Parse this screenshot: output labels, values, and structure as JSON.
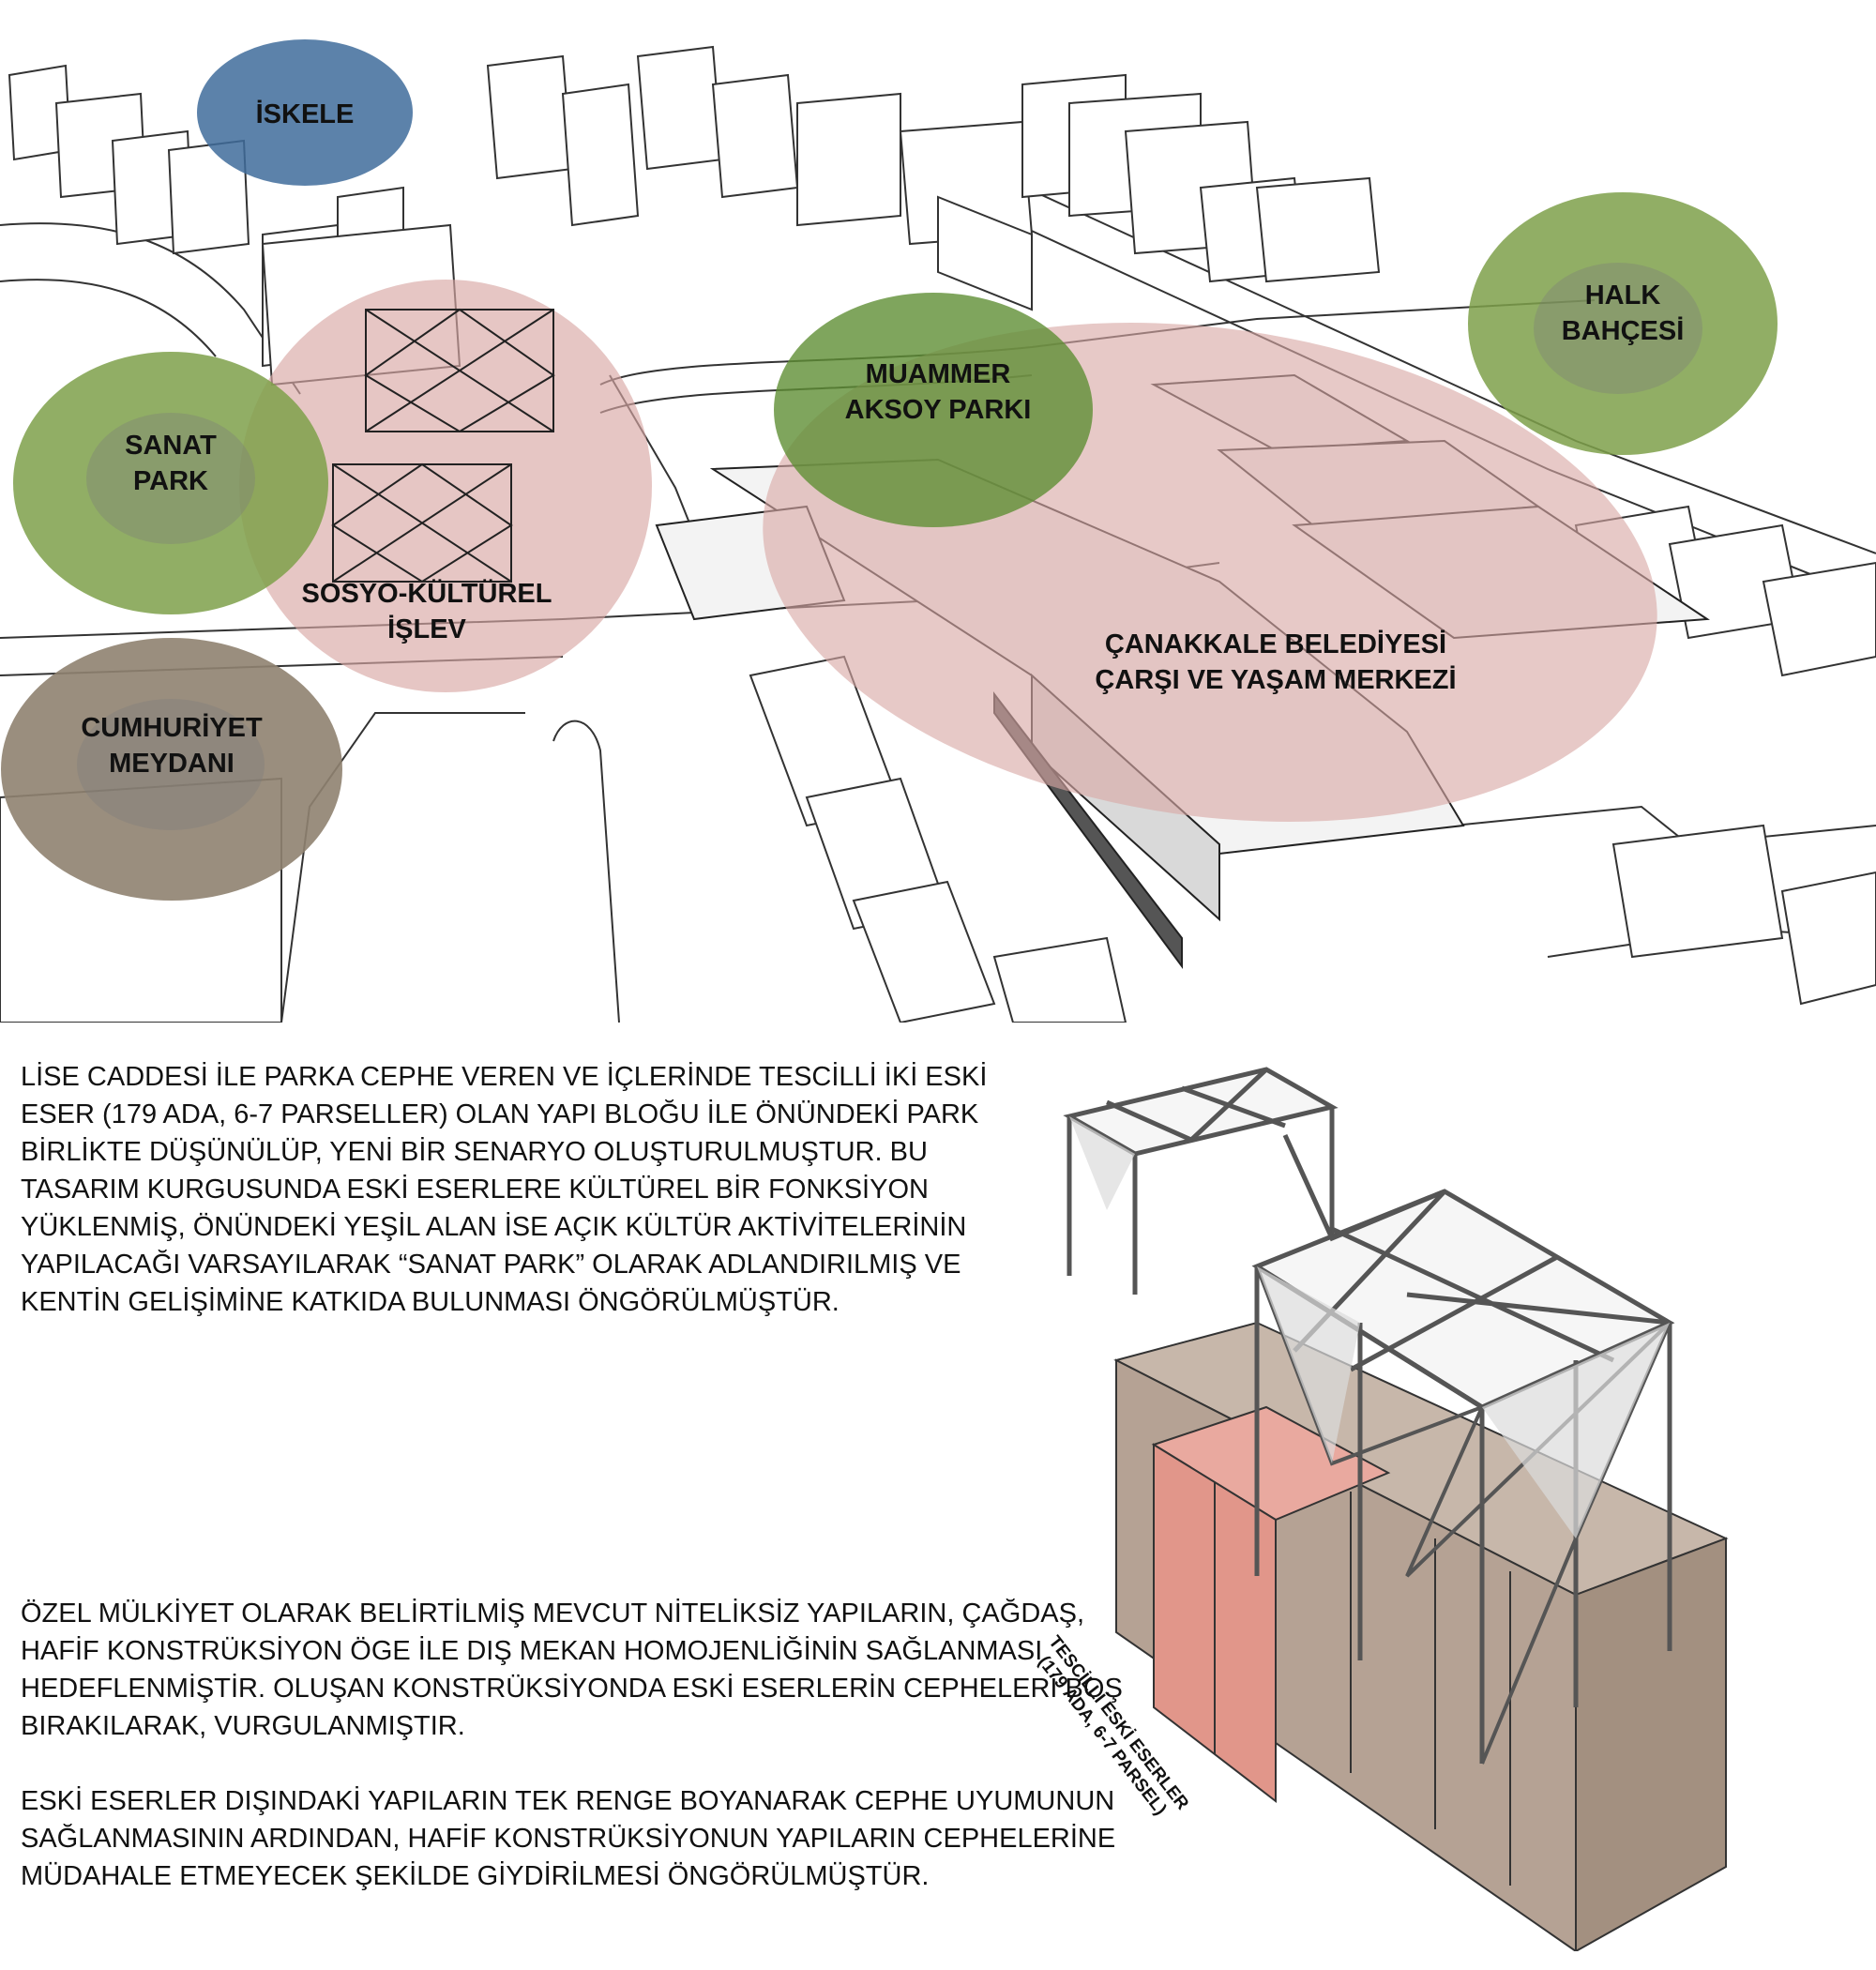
{
  "map": {
    "zones": [
      {
        "id": "iskele",
        "label": "İSKELE",
        "color": "#3f6c9b"
      },
      {
        "id": "halk-bahcesi",
        "label": "HALK\nBAHÇESİ",
        "color": "#7ea04a"
      },
      {
        "id": "sanat-park",
        "label": "SANAT\nPARK",
        "color": "#7ea04a"
      },
      {
        "id": "muammer-aksoy",
        "label": "MUAMMER\nAKSOY PARKI",
        "color": "#5f8f35"
      },
      {
        "id": "sosyo-kulturel",
        "label": "SOSYO-KÜLTÜREL\nİŞLEV",
        "color": "#d8a8a4"
      },
      {
        "id": "canakkale",
        "label": "ÇANAKKALE BELEDİYESİ\nÇARŞI VE YAŞAM MERKEZİ",
        "color": "#d8a8a4"
      },
      {
        "id": "cumhuriyet",
        "label": "CUMHURİYET\nMEYDANI",
        "color": "#8f8270"
      }
    ]
  },
  "text": {
    "paragraph_1": "LİSE CADDESİ İLE PARKA CEPHE VEREN VE İÇLERİNDE TESCİLLİ İKİ ESKİ ESER (179 ADA, 6-7 PARSELLER) OLAN YAPI BLOĞU İLE ÖNÜNDEKİ PARK BİRLİKTE DÜŞÜNÜLÜP, YENİ BİR SENARYO OLUŞTURULMUŞTUR. BU TASARIM KURGUSUNDA ESKİ ESERLERE KÜLTÜREL BİR FONKSİYON YÜKLENMİŞ, ÖNÜNDEKİ YEŞİL ALAN İSE AÇIK KÜLTÜR AKTİVİTELERİNİN YAPILACAĞI VARSAYILARAK “SANAT PARK” OLARAK ADLANDIRILMIŞ VE KENTİN GELİŞİMİNE KATKIDA BULUNMASI ÖNGÖRÜLMÜŞTÜR.",
    "paragraph_2": "ÖZEL MÜLKİYET OLARAK BELİRTİLMİŞ MEVCUT NİTELİKSİZ YAPILARIN, ÇAĞDAŞ, HAFİF KONSTRÜKSİYON ÖGE İLE DIŞ MEKAN HOMOJENLİĞİNİN SAĞLANMASI HEDEFLENMİŞTİR. OLUŞAN KONSTRÜKSİYONDA ESKİ ESERLERİN CEPHELERİ BOŞ BIRAKILARAK, VURGULANMIŞTIR.",
    "paragraph_3": "ESKİ ESERLER DIŞINDAKİ YAPILARIN TEK RENGE BOYANARAK CEPHE UYUMUNUN SAĞLANMASININ ARDINDAN, HAFİF KONSTRÜKSİYONUN YAPILARIN CEPHELERİNE MÜDAHALE ETMEYECEK ŞEKİLDE GİYDİRİLMESİ ÖNGÖRÜLMÜŞTÜR."
  },
  "diagram": {
    "heritage_label": "TESCİLLİ ESKİ ESERLER\n(179 ADA, 6-7 PARSEL)",
    "colors": {
      "block": "#b5a294",
      "heritage": "#e1968a",
      "frame": "#555555"
    }
  }
}
